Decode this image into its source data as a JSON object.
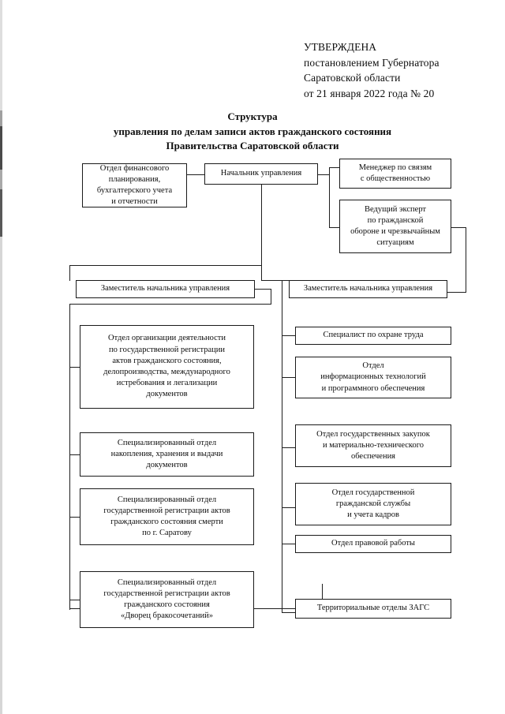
{
  "document": {
    "approval": {
      "lines": [
        "УТВЕРЖДЕНА",
        "постановлением Губернатора",
        "Саратовской области",
        "от 21 января 2022 года № 20"
      ]
    },
    "title": {
      "lines": [
        "Структура",
        "управления по делам записи актов гражданского состояния",
        "Правительства Саратовской области"
      ]
    }
  },
  "chart_data": {
    "type": "diagram",
    "title": "Структура управления по делам записи актов гражданского состояния Правительства Саратовской области",
    "nodes": [
      {
        "id": "head",
        "label": "Начальник управления",
        "level": 0
      },
      {
        "id": "finance",
        "label": "Отдел финансового\nпланирования,\nбухгалтерского учета\nи отчетности",
        "level": 1
      },
      {
        "id": "pr-manager",
        "label": "Менеджер по связям\nс общественностью",
        "level": 1
      },
      {
        "id": "civil-defence-expert",
        "label": "Ведущий эксперт\nпо гражданской\nобороне и чрезвычайным\nситуациям",
        "level": 1
      },
      {
        "id": "deputy-left",
        "label": "Заместитель начальника управления",
        "level": 1
      },
      {
        "id": "deputy-right",
        "label": "Заместитель начальника управления",
        "level": 1
      },
      {
        "id": "dept-organization",
        "label": "Отдел организации деятельности\nпо государственной регистрации\nактов гражданского состояния,\nделопроизводства, международного\nистребования и легализации\nдокументов",
        "level": 2,
        "parent": "deputy-left"
      },
      {
        "id": "dept-storage",
        "label": "Специализированный отдел\nнакопления, хранения и выдачи\nдокументов",
        "level": 2,
        "parent": "deputy-left"
      },
      {
        "id": "dept-death-records",
        "label": "Специализированный отдел\nгосударственной регистрации актов\nгражданского состояния смерти\nпо г. Саратову",
        "level": 2,
        "parent": "deputy-left"
      },
      {
        "id": "dept-wedding-palace",
        "label": "Специализированный отдел\nгосударственной регистрации актов\nгражданского состояния\n«Дворец бракосочетаний»",
        "level": 2,
        "parent": "deputy-left"
      },
      {
        "id": "labour-safety",
        "label": "Специалист по охране труда",
        "level": 2,
        "parent": "deputy-right"
      },
      {
        "id": "dept-it",
        "label": "Отдел\nинформационных технологий\nи программного обеспечения",
        "level": 2,
        "parent": "deputy-right"
      },
      {
        "id": "dept-procurement",
        "label": "Отдел государственных закупок\nи материально-технического\nобеспечения",
        "level": 2,
        "parent": "deputy-right"
      },
      {
        "id": "dept-civil-service",
        "label": "Отдел государственной\nгражданской службы\nи учета кадров",
        "level": 2,
        "parent": "deputy-right"
      },
      {
        "id": "dept-legal",
        "label": "Отдел правовой работы",
        "level": 2,
        "parent": "deputy-right"
      },
      {
        "id": "territorial-zags",
        "label": "Территориальные отделы ЗАГС",
        "level": 2,
        "parent": "deputy-right"
      }
    ],
    "edges": [
      {
        "from": "head",
        "to": "finance"
      },
      {
        "from": "head",
        "to": "pr-manager"
      },
      {
        "from": "head",
        "to": "civil-defence-expert"
      },
      {
        "from": "head",
        "to": "deputy-left"
      },
      {
        "from": "head",
        "to": "deputy-right"
      },
      {
        "from": "civil-defence-expert",
        "to": "deputy-right"
      },
      {
        "from": "deputy-left",
        "to": "dept-organization"
      },
      {
        "from": "deputy-left",
        "to": "dept-storage"
      },
      {
        "from": "deputy-left",
        "to": "dept-death-records"
      },
      {
        "from": "deputy-left",
        "to": "dept-wedding-palace"
      },
      {
        "from": "deputy-left",
        "to": "territorial-zags"
      },
      {
        "from": "deputy-right",
        "to": "labour-safety"
      },
      {
        "from": "deputy-right",
        "to": "dept-it"
      },
      {
        "from": "deputy-right",
        "to": "dept-procurement"
      },
      {
        "from": "deputy-right",
        "to": "dept-civil-service"
      },
      {
        "from": "deputy-right",
        "to": "dept-legal"
      },
      {
        "from": "deputy-right",
        "to": "territorial-zags"
      }
    ]
  }
}
